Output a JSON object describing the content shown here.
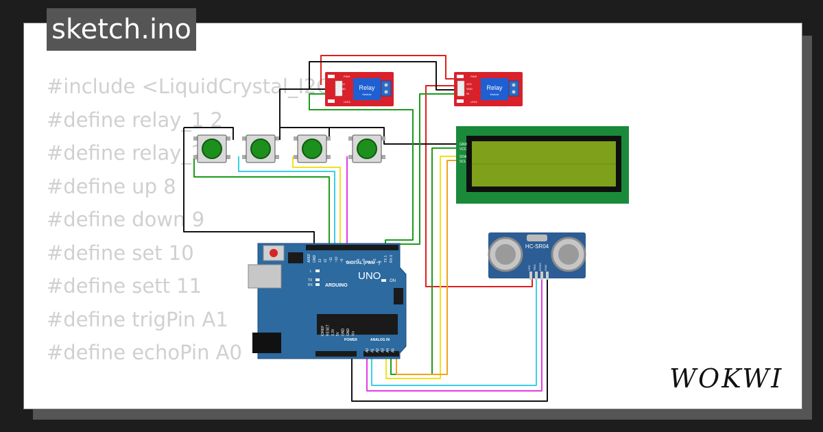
{
  "page": {
    "title": "sketch.ino",
    "logo": "WOKWI"
  },
  "code_lines": [
    "#include <LiquidCrystal_I2C",
    "#define relay_1 2",
    "#define relay_2 3",
    "#define up 8",
    "#define down 9",
    "#define set 10",
    "#define sett 11",
    "#define trigPin A1",
    "#define echoPin A0"
  ],
  "relay": {
    "label": "Relay",
    "sublabel": "Module",
    "pins": [
      "PWR",
      "VCC",
      "GND",
      "IN",
      "LED1"
    ]
  },
  "lcd": {
    "pins": [
      "GND",
      "VCC",
      "SDA",
      "SCL"
    ]
  },
  "sensor": {
    "label": "HC-SR04",
    "pins": [
      "VCC",
      "TRIG",
      "ECHO",
      "GND"
    ]
  },
  "arduino": {
    "brand": "ARDUINO",
    "model": "UNO",
    "digital_label": "DIGITAL (PWM ~)",
    "power_label": "POWER",
    "analog_label": "ANALOG IN",
    "on_label": "ON",
    "leds": [
      "L",
      "TX",
      "RX"
    ],
    "header_top": [
      "AREF",
      "GND",
      "13",
      "12",
      "~11",
      "~10",
      "~9",
      "8",
      "7",
      "~6",
      "~5",
      "4",
      "~3",
      "2",
      "TX 1",
      "RX 0"
    ],
    "header_power": [
      "IOREF",
      "RESET",
      "3.3V",
      "5V",
      "GND",
      "GND",
      "Vin"
    ],
    "header_analog": [
      "A0",
      "A1",
      "A2",
      "A3",
      "A4",
      "A5"
    ]
  },
  "colors": {
    "wire_red": "#e11d1d",
    "wire_black": "#111111",
    "wire_green": "#1a9b1a",
    "wire_cyan": "#39d0e6",
    "wire_yellow": "#f2e01c",
    "wire_magenta": "#e23be6",
    "wire_orange": "#f2a21c",
    "board": "#2c6aa0",
    "relay_board": "#d8212a",
    "lcd_frame": "#1a8a3a",
    "lcd_screen": "#7ea01a"
  }
}
